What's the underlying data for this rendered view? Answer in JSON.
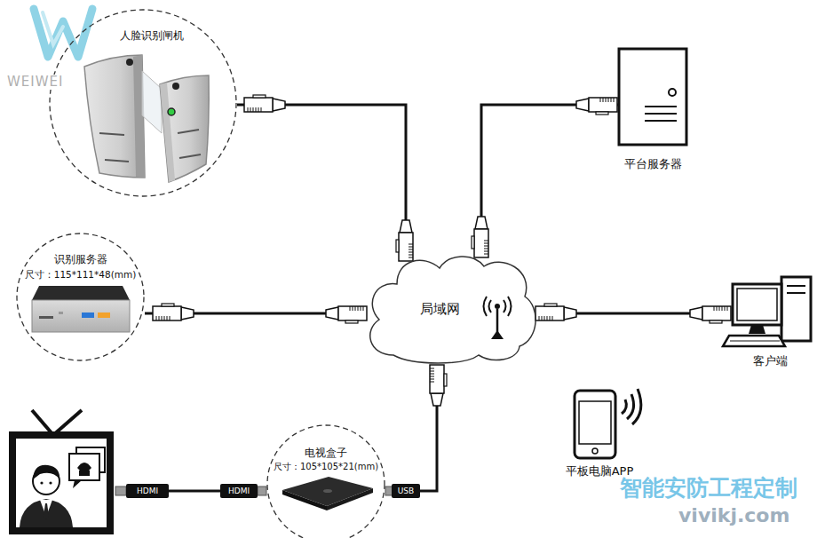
{
  "diagram": {
    "nodes": [
      {
        "text": [
          "人脸识别闸机"
        ]
      },
      {
        "text": [
          "平台服务器"
        ]
      },
      {
        "text": [
          "识别服务器",
          "尺寸：115*111*48(mm)"
        ]
      },
      {
        "text": [
          "局域网"
        ]
      },
      {
        "text": [
          "客户端"
        ]
      },
      {
        "text": [
          "电视盒子",
          "尺寸：105*105*21(mm)"
        ]
      },
      {
        "text": [
          "平板电脑APP"
        ]
      }
    ],
    "edges": [
      {
        "from": 0,
        "to": 3,
        "arrow": "none"
      },
      {
        "from": 1,
        "to": 3,
        "arrow": "none"
      },
      {
        "from": 2,
        "to": 3,
        "arrow": "none"
      },
      {
        "from": 4,
        "to": 3,
        "arrow": "none"
      },
      {
        "from": 5,
        "to": 3,
        "label": "USB",
        "arrow": "none"
      }
    ],
    "labels": [
      "WEIWEI",
      "HDMI",
      "HDMI",
      "智能安防工程定制",
      "vivikj.com"
    ]
  }
}
